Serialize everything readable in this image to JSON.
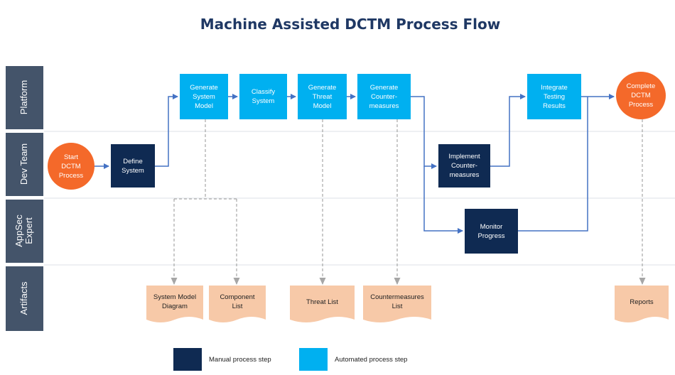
{
  "title": "Machine Assisted DCTM Process Flow",
  "colors": {
    "automated": "#00b0f0",
    "manual": "#0f2a52",
    "start_end": "#f4692a",
    "artifact": "#f7c9a8",
    "lane": "#44546a",
    "flow_arrow": "#4472c4",
    "artifact_link": "#a6a6a6"
  },
  "lanes": [
    "Platform",
    "Dev Team",
    "AppSec\nExpert",
    "Artifacts"
  ],
  "steps": {
    "start": "Start\nDCTM\nProcess",
    "define_system": "Define\nSystem",
    "generate_system_model": "Generate\nSystem\nModel",
    "classify_system": "Classify\nSystem",
    "generate_threat_model": "Generate\nThreat\nModel",
    "generate_countermeasures": "Generate\nCounter-\nmeasures",
    "implement_countermeasures": "Implement\nCounter-\nmeasures",
    "monitor_progress": "Monitor\nProgress",
    "integrate_testing_results": "Integrate\nTesting\nResults",
    "complete": "Complete\nDCTM\nProcess"
  },
  "artifacts": {
    "system_model_diagram": "System Model\nDiagram",
    "component_list": "Component\nList",
    "threat_list": "Threat List",
    "countermeasures_list": "Countermeasures\nList",
    "reports": "Reports"
  },
  "legend": {
    "manual": "Manual process step",
    "automated": "Automated process step"
  }
}
